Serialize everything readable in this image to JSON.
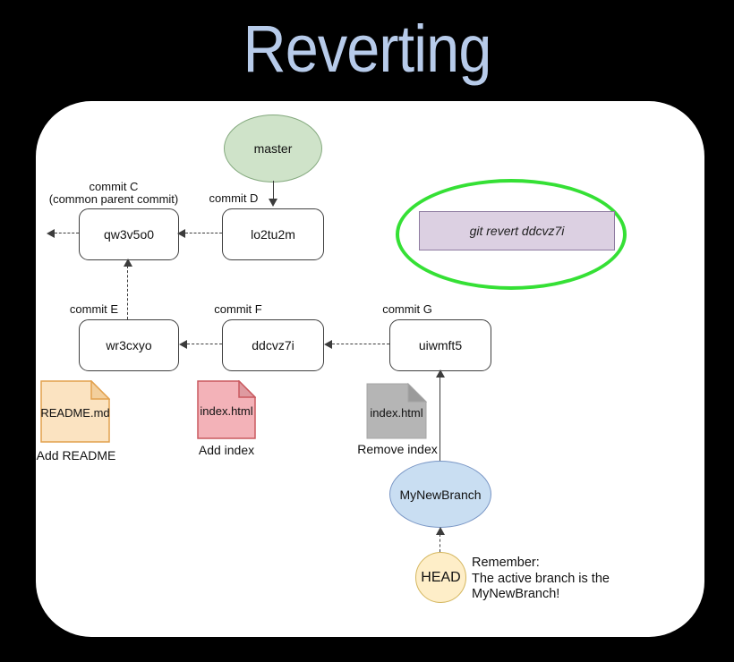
{
  "title": "Reverting",
  "colors": {
    "background": "#000000",
    "panel": "#ffffff",
    "title_text": "#b7cbea",
    "line": "#3c3c3c",
    "master_fill": "#cfe3c9",
    "master_border": "#84a97e",
    "highlight_green": "#35e035",
    "revert_fill": "#dcd0e2",
    "revert_border": "#8e7ba0",
    "readme_fill": "#fbe3c1",
    "readme_fold": "#f3cf9c",
    "readme_border": "#e2a14e",
    "index_fill": "#f3b2b8",
    "index_fold": "#de9aa0",
    "index_border": "#c9595f",
    "gray_fill": "#b5b5b5",
    "gray_fold": "#9b9b9b",
    "gray_border": "#a5a5a5",
    "branch_fill": "#c9def2",
    "branch_border": "#7996c5",
    "head_fill": "#feeec8",
    "head_border": "#d4b65e"
  },
  "diagram": {
    "master_label": "master",
    "revert_command": "git revert ddcvz7i",
    "commits": {
      "c": {
        "label": "commit C",
        "sublabel": "(common parent commit)",
        "hash": "qw3v5o0"
      },
      "d": {
        "label": "commit D",
        "hash": "lo2tu2m"
      },
      "e": {
        "label": "commit E",
        "hash": "wr3cxyo"
      },
      "f": {
        "label": "commit F",
        "hash": "ddcvz7i"
      },
      "g": {
        "label": "commit G",
        "hash": "uiwmft5"
      }
    },
    "files": {
      "readme": {
        "name": "README.md",
        "caption": "Add README"
      },
      "index_add": {
        "name": "index.html",
        "caption": "Add index"
      },
      "index_remove": {
        "name": "index.html",
        "caption": "Remove index"
      }
    },
    "branch_label": "MyNewBranch",
    "head_label": "HEAD",
    "note": {
      "line1": "Remember:",
      "line2": "The active branch is the",
      "line3": "MyNewBranch!"
    }
  }
}
